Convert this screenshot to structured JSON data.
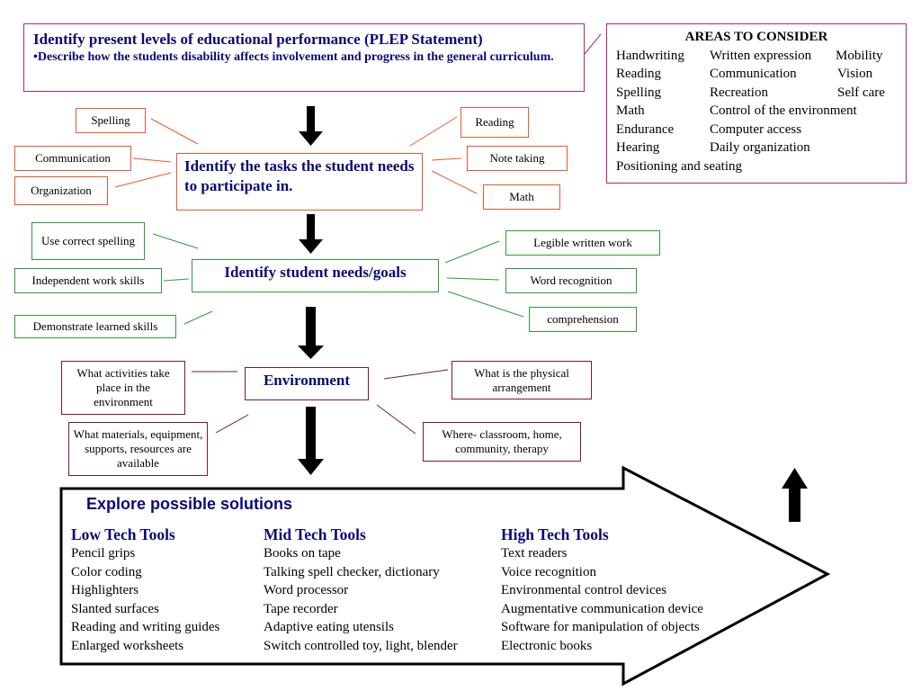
{
  "plep": {
    "title": "Identify present levels of educational performance (PLEP Statement)",
    "subtitle": "•Describe how the students disability affects involvement and progress in the general   curriculum."
  },
  "areas": {
    "title": "AREAS TO CONSIDER",
    "rows": [
      [
        "Handwriting",
        "Written expression",
        "Mobility"
      ],
      [
        "Reading",
        "Communication",
        "Vision"
      ],
      [
        "Spelling",
        "Recreation",
        "Self care"
      ],
      [
        "Math",
        "Control of the environment",
        ""
      ],
      [
        "Endurance",
        "Computer access",
        ""
      ],
      [
        "Hearing",
        "Daily organization",
        ""
      ]
    ],
    "last": "Positioning and seating"
  },
  "tasks": {
    "title": "Identify the tasks the student needs to participate in.",
    "left": [
      "Spelling",
      "Communication",
      "Organization"
    ],
    "right": [
      "Reading",
      "Note taking",
      "Math"
    ]
  },
  "needs": {
    "title": "Identify student needs/goals",
    "left": [
      "Use correct spelling",
      "Independent work skills",
      "Demonstrate learned skills"
    ],
    "right": [
      "Legible written work",
      "Word  recognition",
      "comprehension"
    ]
  },
  "environment": {
    "title": "Environment",
    "left": [
      "What activities take place in the environment",
      "What materials, equipment, supports, resources are available"
    ],
    "right": [
      "What is the physical arrangement",
      "Where- classroom, home, community, therapy"
    ]
  },
  "solutions": {
    "title": "Explore possible solutions",
    "columns": [
      {
        "heading": "Low Tech Tools",
        "items": [
          "Pencil grips",
          "Color coding",
          "Highlighters",
          "Slanted surfaces",
          "Reading and writing guides",
          "Enlarged worksheets"
        ]
      },
      {
        "heading": "Mid Tech Tools",
        "items": [
          "Books on tape",
          "Talking spell checker, dictionary",
          "Word processor",
          "Tape recorder",
          "Adaptive eating utensils",
          "Switch controlled toy, light, blender"
        ]
      },
      {
        "heading": "High Tech Tools",
        "items": [
          "Text readers",
          "Voice recognition",
          "Environmental control devices",
          "Augmentative communication device",
          "Software for manipulation of objects",
          "Electronic books"
        ]
      }
    ]
  },
  "colors": {
    "magenta": "#b4247c",
    "orange": "#e8582c",
    "green": "#2e9a3a",
    "maroon": "#7a1838",
    "navy": "#0a0a78"
  }
}
